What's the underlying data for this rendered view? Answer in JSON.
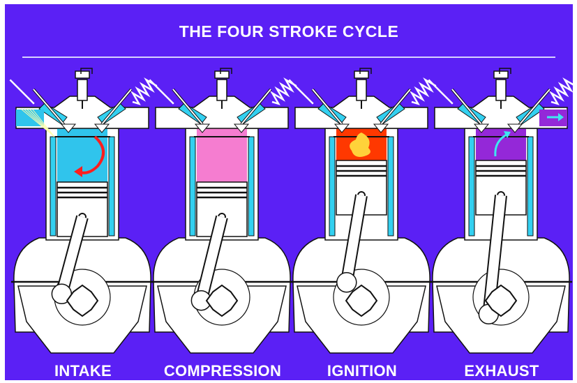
{
  "title": "THE FOUR STROKE CYCLE",
  "colors": {
    "background": "#5b20f5",
    "coolant": "#33d0f0",
    "intake_charge": "#30c4ec",
    "compression_charge": "#f57dd0",
    "ignition_charge": "#ff3800",
    "flame": "#ffd23a",
    "exhaust_charge": "#9428d8",
    "arrow_red": "#ff1e1e",
    "arrow_cyan": "#3fe6f0"
  },
  "strokes": [
    {
      "label": "INTAKE",
      "charge": "intake_charge",
      "arrows": "red-swirl",
      "intake_valve": "open",
      "exhaust_valve": "closed"
    },
    {
      "label": "COMPRESSION",
      "charge": "compression_charge",
      "arrows": "none",
      "intake_valve": "closed",
      "exhaust_valve": "closed"
    },
    {
      "label": "IGNITION",
      "charge": "ignition_charge",
      "arrows": "flame",
      "intake_valve": "closed",
      "exhaust_valve": "closed"
    },
    {
      "label": "EXHAUST",
      "charge": "exhaust_charge",
      "arrows": "cyan-out",
      "intake_valve": "closed",
      "exhaust_valve": "open"
    }
  ]
}
